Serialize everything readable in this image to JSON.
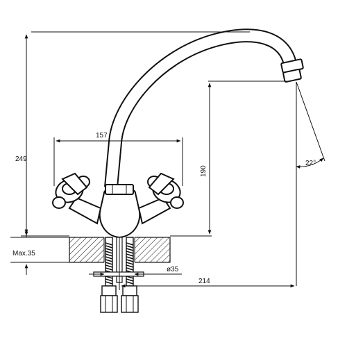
{
  "dimensions": {
    "total_height": "249",
    "spout_height": "190",
    "handle_width": "157",
    "reach": "214",
    "hole_diameter": "ø35",
    "max_thickness": "Max.35",
    "spray_angle": "22°"
  }
}
